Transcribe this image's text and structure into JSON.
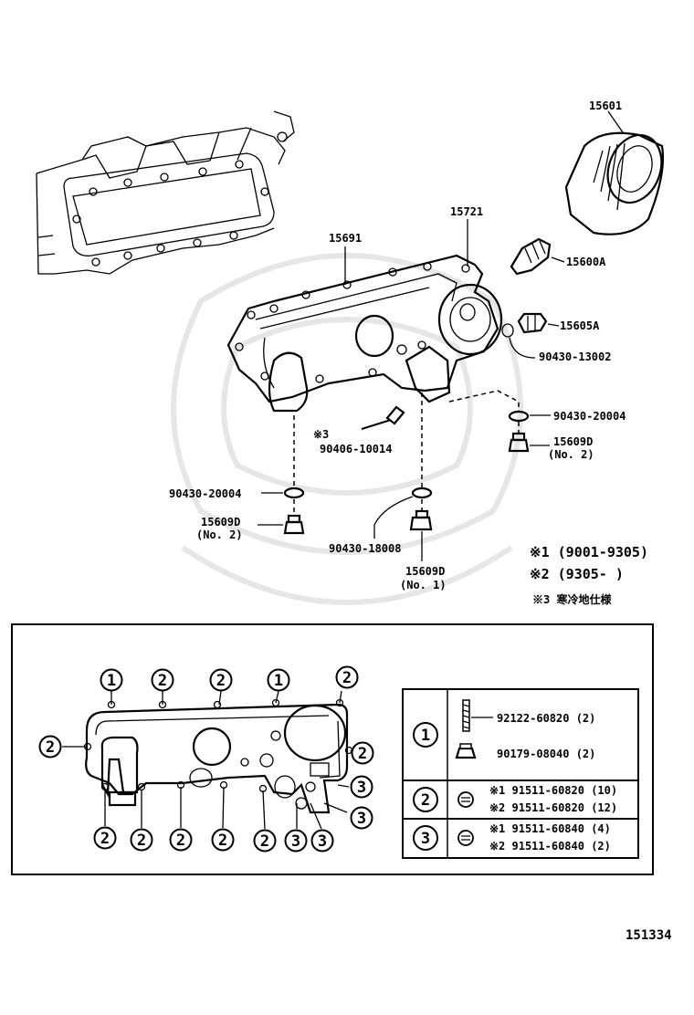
{
  "parts": {
    "p15601": "15601",
    "p15721": "15721",
    "p15691": "15691",
    "p15600A": "15600A",
    "p15605A": "15605A",
    "p90430_13002": "90430-13002",
    "p90430_20004_right": "90430-20004",
    "p15609D_right": "15609D",
    "p15609D_right_sub": "(No. 2)",
    "note3_mark": "※3",
    "p90406_10014": "90406-10014",
    "p90430_20004_left": "90430-20004",
    "p15609D_left": "15609D",
    "p15609D_left_sub": "(No. 2)",
    "p90430_18008": "90430-18008",
    "p15609D_center": "15609D",
    "p15609D_center_sub": "(No. 1)"
  },
  "legend": {
    "note1": "※1 (9001-9305)",
    "note2": "※2 (9305-        )",
    "note3": "※3  寒冷地仕様"
  },
  "bolt_diagram": {
    "callouts_top": [
      "1",
      "2",
      "2",
      "1",
      "2"
    ],
    "callouts_left": [
      "2"
    ],
    "callouts_right": [
      "2",
      "3",
      "3"
    ],
    "callouts_bottom": [
      "2",
      "2",
      "2",
      "2",
      "2",
      "3",
      "3"
    ]
  },
  "bolt_table": {
    "rows": [
      {
        "ref": "1",
        "items": [
          "92122-60820 (2)",
          "90179-08040 (2)"
        ]
      },
      {
        "ref": "2",
        "items": [
          "※1  91511-60820 (10)",
          "※2  91511-60820 (12)"
        ]
      },
      {
        "ref": "3",
        "items": [
          "※1  91511-60840 (4)",
          "※2  91511-60840 (2)"
        ]
      }
    ]
  },
  "illustration_number": "151334"
}
